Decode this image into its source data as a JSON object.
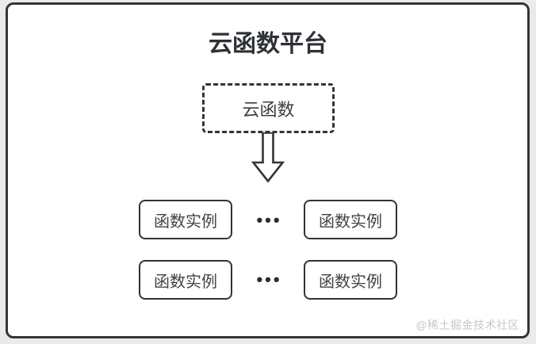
{
  "diagram": {
    "title": "云函数平台",
    "source_box": {
      "label": "云函数"
    },
    "rows": [
      {
        "boxes": [
          "函数实例",
          "函数实例"
        ],
        "ellipsis": "•••"
      },
      {
        "boxes": [
          "函数实例",
          "函数实例"
        ],
        "ellipsis": "•••"
      }
    ],
    "watermark": "@稀土掘金技术社区"
  },
  "colors": {
    "page_background": "#eaeaea",
    "panel_background": "#ffffff",
    "stroke": "#343434",
    "title_text": "#2e3135",
    "box_text": "#414141",
    "watermark_text": "#c7c7c7"
  }
}
